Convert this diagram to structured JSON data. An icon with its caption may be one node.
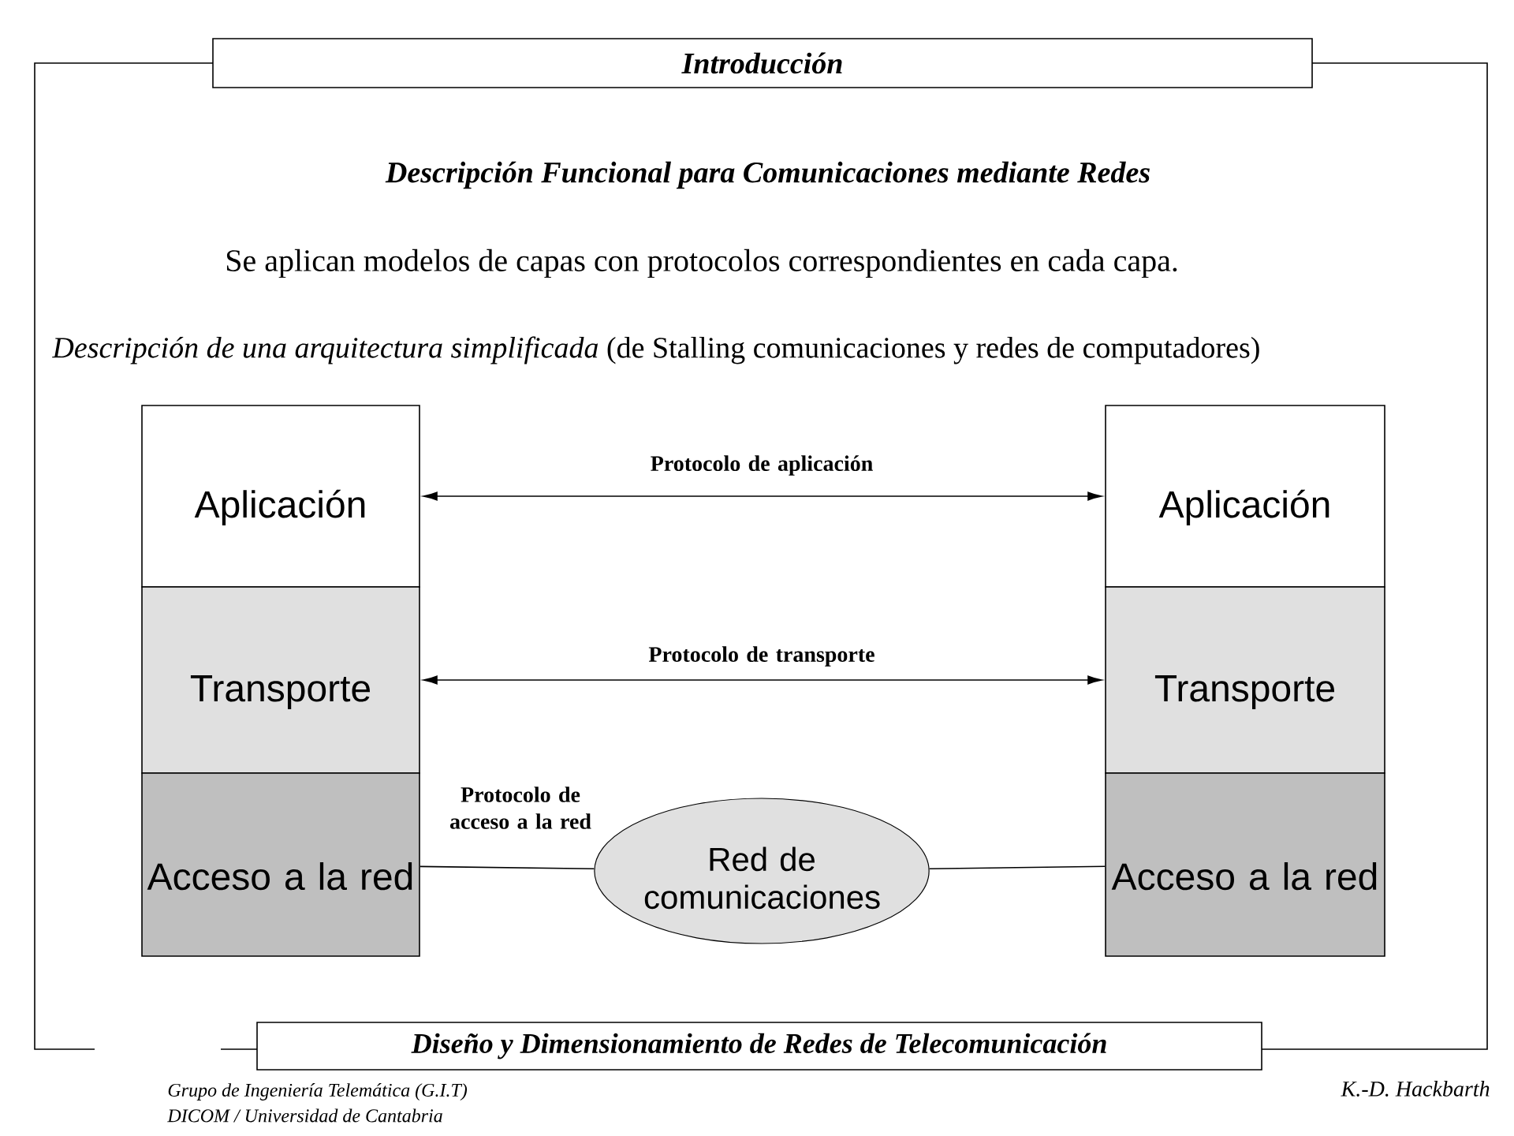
{
  "diagram": {
    "title": "Introducción",
    "caption": "Diseño y Dimensionamiento de Redes de Telecomunicación",
    "nodes": [
      {
        "text": [
          "Aplicación"
        ]
      },
      {
        "text": [
          "Transporte"
        ]
      },
      {
        "text": [
          "Acceso a la red"
        ]
      },
      {
        "text": [
          "Aplicación"
        ]
      },
      {
        "text": [
          "Transporte"
        ]
      },
      {
        "text": [
          "Acceso a la red"
        ]
      },
      {
        "text": [
          "Red de comunicaciones"
        ]
      }
    ],
    "edges": [
      {
        "from": 0,
        "to": 3,
        "arrow": "both",
        "label": "Protocolo de aplicación"
      },
      {
        "from": 1,
        "to": 4,
        "arrow": "both",
        "label": "Protocolo de transporte"
      },
      {
        "from": 2,
        "to": 6,
        "arrow": "none",
        "label": "Protocolo de acceso a la red"
      },
      {
        "from": 6,
        "to": 5,
        "arrow": "none"
      }
    ],
    "labels": [
      "Descripción Funcional para Comunicaciones mediante Redes",
      "Se aplican modelos de capas con protocolos correspondientes en cada capa.",
      "*Descripción de una arquitectura simplificada* (de Stalling comunicaciones y redes de computadores)",
      "Grupo de Ingeniería Telemática (G.I.T)",
      "DICOM / Universidad de Cantabria",
      "K.-D. Hackbarth"
    ]
  }
}
